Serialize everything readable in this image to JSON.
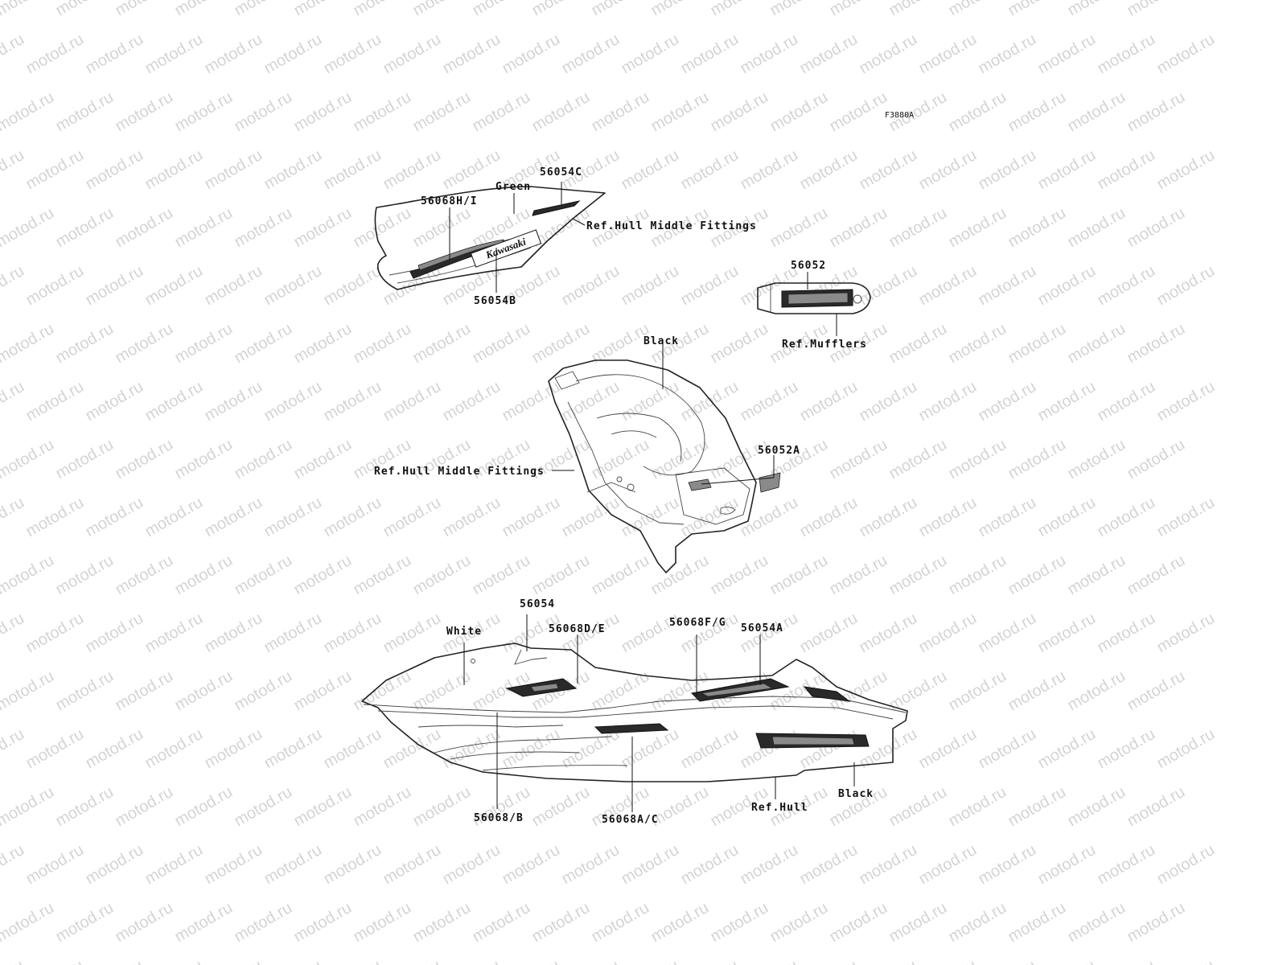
{
  "diagram_code": "F3880A",
  "watermark_text": "motod.ru",
  "logo_text": "Kawasaki",
  "labels": {
    "lbl_56054c": "56054C",
    "lbl_green": "Green",
    "lbl_56068hi": "56068H/I",
    "lbl_ref_hull_mid_top": "Ref.Hull Middle Fittings",
    "lbl_56054b": "56054B",
    "lbl_56052": "56052",
    "lbl_ref_mufflers": "Ref.Mufflers",
    "lbl_black_top": "Black",
    "lbl_56052a": "56052A",
    "lbl_ref_hull_mid_left": "Ref.Hull Middle Fittings",
    "lbl_56054": "56054",
    "lbl_white": "White",
    "lbl_56068de": "56068D/E",
    "lbl_56068fg": "56068F/G",
    "lbl_56054a": "56054A",
    "lbl_black_bottom": "Black",
    "lbl_ref_hull": "Ref.Hull",
    "lbl_56068b": "56068/B",
    "lbl_56068ac": "56068A/C"
  }
}
